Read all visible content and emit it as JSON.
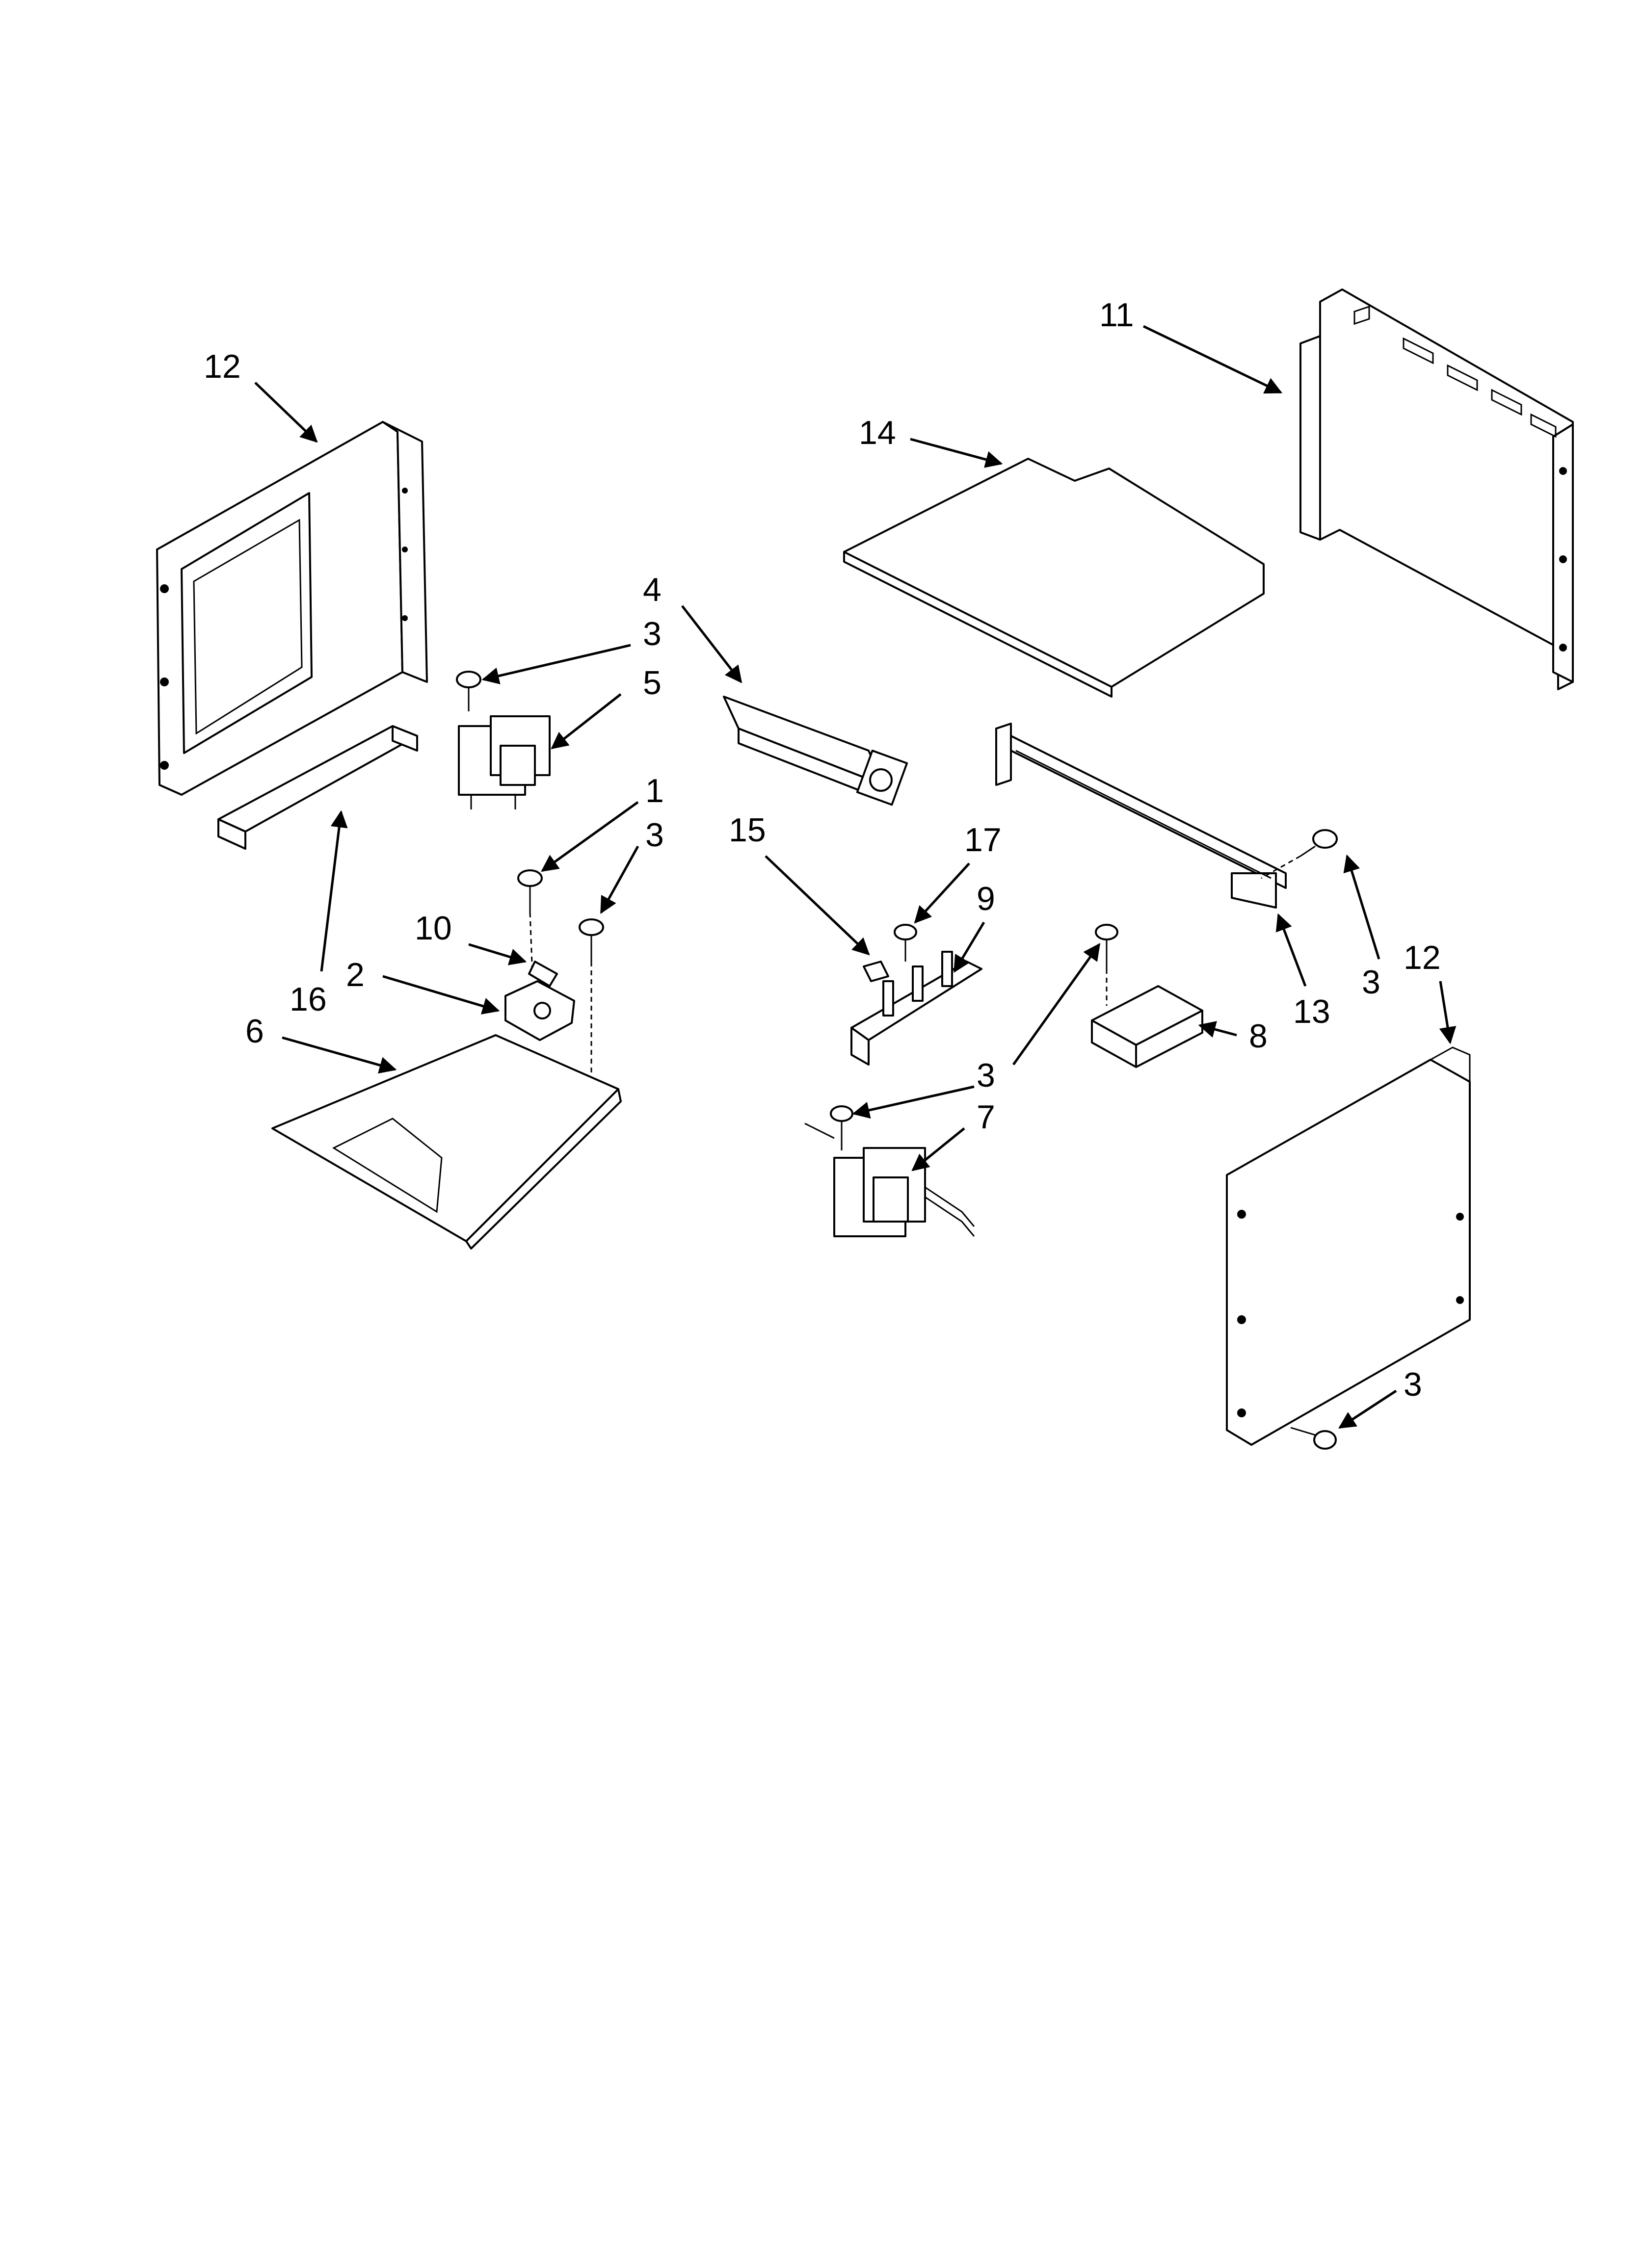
{
  "callouts": {
    "c12_left": "12",
    "c14": "14",
    "c11": "11",
    "c4": "4",
    "c3_a": "3",
    "c5": "5",
    "c1": "1",
    "c3_b": "3",
    "c15": "15",
    "c17": "17",
    "c9": "9",
    "c10": "10",
    "c2": "2",
    "c16": "16",
    "c6": "6",
    "c3_c": "3",
    "c7": "7",
    "c8": "8",
    "c13": "13",
    "c3_d": "3",
    "c12_right": "12",
    "c3_e": "3"
  },
  "colors": {
    "line": "#000000",
    "background": "#ffffff"
  }
}
